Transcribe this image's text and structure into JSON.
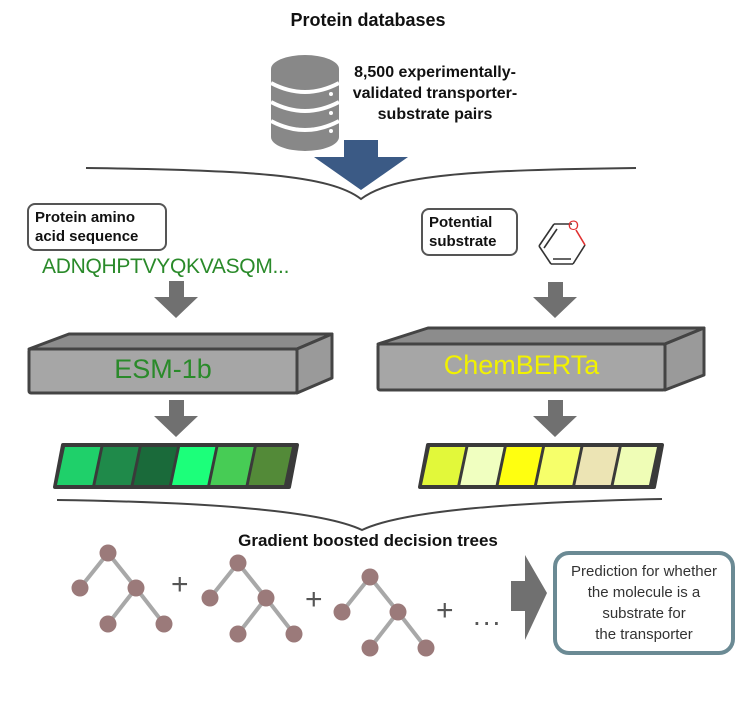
{
  "header": {
    "title": "Protein databases",
    "database_caption_lines": [
      "8,500 experimentally-",
      "validated transporter-",
      "substrate pairs"
    ],
    "database_icon": "database-icon"
  },
  "inputs": {
    "protein_label_lines": [
      "Protein amino",
      "acid sequence"
    ],
    "protein_sequence": "ADNQHPTVYQKVASQM...",
    "substrate_label_lines": [
      "Potential",
      "substrate"
    ],
    "substrate_molecule": "2H-pyran-structure"
  },
  "models": {
    "protein_model": "ESM-1b",
    "substrate_model": "ChemBERTa"
  },
  "embeddings": {
    "protein_cells": [
      "#1fd06a",
      "#1f8a4a",
      "#1a6a3a",
      "#1cff7a",
      "#47cc55",
      "#538a38"
    ],
    "substrate_cells": [
      "#e2f83a",
      "#f0ffc0",
      "#ffff10",
      "#f6ff6a",
      "#ece4b4",
      "#effdb6"
    ]
  },
  "gbdt": {
    "title": "Gradient boosted decision trees",
    "plus_symbol": "+",
    "ellipsis": "..."
  },
  "output": {
    "prediction_lines": [
      "Prediction for whether",
      "the molecule is a",
      "substrate for",
      "the transporter"
    ]
  },
  "colors": {
    "protein_text": "#2a8a2a",
    "substrate_text": "#f2f200",
    "blue_arrow": "#3b5a85",
    "gray_arrow": "#707070",
    "tree_node": "#9b7a7a",
    "tree_edge": "#a8a8a8",
    "prediction_border": "#6b8a94"
  }
}
